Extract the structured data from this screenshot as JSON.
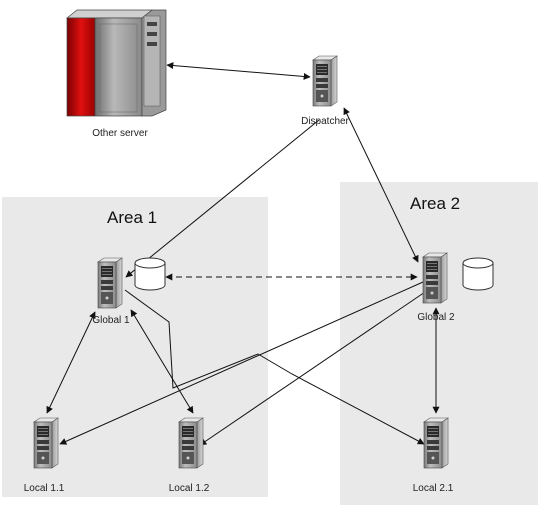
{
  "diagram": {
    "areas": [
      {
        "id": "area1",
        "label": "Area 1"
      },
      {
        "id": "area2",
        "label": "Area 2"
      }
    ],
    "nodes": [
      {
        "id": "other_server",
        "label": "Other server",
        "kind": "mainframe"
      },
      {
        "id": "dispatcher",
        "label": "Dispatcher",
        "kind": "server"
      },
      {
        "id": "global1",
        "label": "Global 1",
        "kind": "server",
        "has_database": true
      },
      {
        "id": "global2",
        "label": "Global 2",
        "kind": "server",
        "has_database": true
      },
      {
        "id": "local11",
        "label": "Local 1.1",
        "kind": "server"
      },
      {
        "id": "local12",
        "label": "Local 1.2",
        "kind": "server"
      },
      {
        "id": "local21",
        "label": "Local 2.1",
        "kind": "server"
      }
    ],
    "edges": [
      {
        "from": "other_server",
        "to": "dispatcher",
        "arrows": "both",
        "style": "solid"
      },
      {
        "from": "dispatcher",
        "to": "global1",
        "arrows": "end",
        "style": "solid"
      },
      {
        "from": "dispatcher",
        "to": "global2",
        "arrows": "both",
        "style": "solid"
      },
      {
        "from": "global1_db",
        "to": "global2",
        "arrows": "both",
        "style": "dashed"
      },
      {
        "from": "global1",
        "to": "local11",
        "arrows": "both",
        "style": "solid"
      },
      {
        "from": "global1",
        "to": "local12",
        "arrows": "both",
        "style": "solid"
      },
      {
        "from": "global1",
        "to": "local21",
        "arrows": "end",
        "style": "solid"
      },
      {
        "from": "global2",
        "to": "local21",
        "arrows": "both",
        "style": "solid"
      },
      {
        "from": "global2",
        "to": "local11",
        "arrows": "end",
        "style": "solid"
      },
      {
        "from": "global2",
        "to": "local12",
        "arrows": "end",
        "style": "solid"
      }
    ]
  }
}
